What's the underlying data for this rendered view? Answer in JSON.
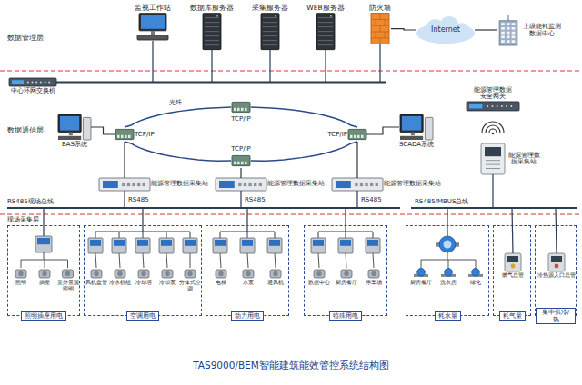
{
  "diagram": {
    "caption": "TAS9000/BEM智能建筑能效管控系统结构图",
    "nodes": [
      {
        "text": [
          "监视工作站"
        ]
      },
      {
        "text": [
          "数据库服务器"
        ]
      },
      {
        "text": [
          "采集服务器"
        ]
      },
      {
        "text": [
          "WEB服务器"
        ]
      },
      {
        "text": [
          "防火墙"
        ]
      },
      {
        "text": [
          "Internet"
        ]
      },
      {
        "text": [
          "上级能耗监测数据中心"
        ]
      },
      {
        "text": [
          "中心环网交换机"
        ]
      },
      {
        "text": [
          "TCP/IP"
        ]
      },
      {
        "text": [
          "TCP/IP"
        ]
      },
      {
        "text": [
          "TCP/IP"
        ]
      },
      {
        "text": [
          "TCP/IP"
        ]
      },
      {
        "text": [
          "BAS系统"
        ]
      },
      {
        "text": [
          "SCADA系统"
        ]
      },
      {
        "text": [
          "能源管理数据安全网关"
        ]
      },
      {
        "text": [
          "能源管理数据采集站"
        ]
      },
      {
        "text": [
          "能源管理数据采集站"
        ]
      },
      {
        "text": [
          "能源管理数据采集站"
        ]
      },
      {
        "text": [
          "能源管理数据采集站"
        ]
      },
      {
        "text": [
          "照明插座用电"
        ]
      },
      {
        "text": [
          "照明"
        ],
        "in": 19
      },
      {
        "text": [
          "插座"
        ],
        "in": 19
      },
      {
        "text": [
          "室外景观照明"
        ],
        "in": 19
      },
      {
        "text": [
          "空调用电"
        ]
      },
      {
        "text": [
          "风机盘管"
        ],
        "in": 23
      },
      {
        "text": [
          "冷水机组"
        ],
        "in": 23
      },
      {
        "text": [
          "冷却塔"
        ],
        "in": 23
      },
      {
        "text": [
          "冷却泵"
        ],
        "in": 23
      },
      {
        "text": [
          "分体式空调"
        ],
        "in": 23
      },
      {
        "text": [
          "动力用电"
        ]
      },
      {
        "text": [
          "电梯"
        ],
        "in": 29
      },
      {
        "text": [
          "水泵"
        ],
        "in": 29
      },
      {
        "text": [
          "通风机"
        ],
        "in": 29
      },
      {
        "text": [
          "特殊用电"
        ]
      },
      {
        "text": [
          "数据中心"
        ],
        "in": 33
      },
      {
        "text": [
          "厨房餐厅"
        ],
        "in": 33
      },
      {
        "text": [
          "停车场"
        ],
        "in": 33
      },
      {
        "text": [
          "耗水量"
        ]
      },
      {
        "text": [
          "厨房餐厅"
        ],
        "in": 37
      },
      {
        "text": [
          "洗衣房"
        ],
        "in": 37
      },
      {
        "text": [
          "绿化"
        ],
        "in": 37
      },
      {
        "text": [
          "耗气量"
        ]
      },
      {
        "text": [
          "燃气总管"
        ],
        "in": 41
      },
      {
        "text": [
          "集中供冷/热"
        ]
      },
      {
        "text": [
          "冷热源入口总管"
        ],
        "in": 43
      }
    ],
    "edges": [
      {
        "from": 4,
        "to": 5,
        "arrow": "none"
      },
      {
        "from": 5,
        "to": 6,
        "arrow": "none"
      },
      {
        "from": 8,
        "to": 11,
        "arrow": "none"
      },
      {
        "from": 11,
        "to": 10,
        "arrow": "none"
      },
      {
        "from": 10,
        "to": 9,
        "arrow": "none"
      },
      {
        "from": 9,
        "to": 8,
        "label": "光纤",
        "arrow": "none"
      },
      {
        "from": 12,
        "to": 9,
        "arrow": "none"
      },
      {
        "from": 13,
        "to": 11,
        "arrow": "none"
      },
      {
        "from": 9,
        "to": 15,
        "arrow": "none"
      },
      {
        "from": 10,
        "to": 16,
        "arrow": "none"
      },
      {
        "from": 11,
        "to": 17,
        "arrow": "none"
      }
    ],
    "labels": [
      "数据管理层",
      "数据通信层",
      "RS485现场总线",
      "RS485",
      "RS485",
      "RS485",
      "RS485/MBUS总线",
      "现场采集层"
    ]
  }
}
